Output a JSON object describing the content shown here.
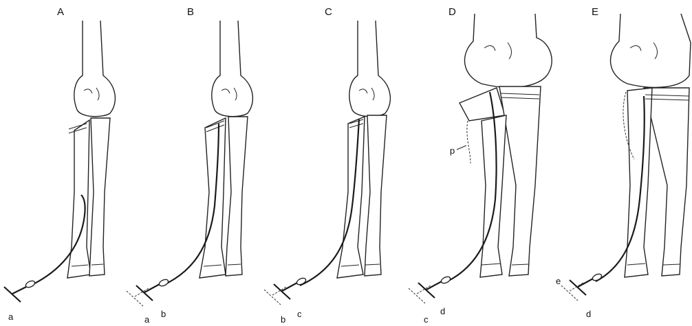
{
  "panels": [
    {
      "letter": "A",
      "bottom_labels": [
        "a"
      ]
    },
    {
      "letter": "B",
      "bottom_labels": [
        "a",
        "b"
      ]
    },
    {
      "letter": "C",
      "bottom_labels": [
        "b",
        "c"
      ]
    },
    {
      "letter": "D",
      "bottom_labels": [
        "c",
        "d"
      ],
      "side_label": "p"
    },
    {
      "letter": "E",
      "bottom_labels": [
        "d",
        "e"
      ]
    }
  ],
  "colors": {
    "line": "#222222",
    "background": "#ffffff"
  }
}
